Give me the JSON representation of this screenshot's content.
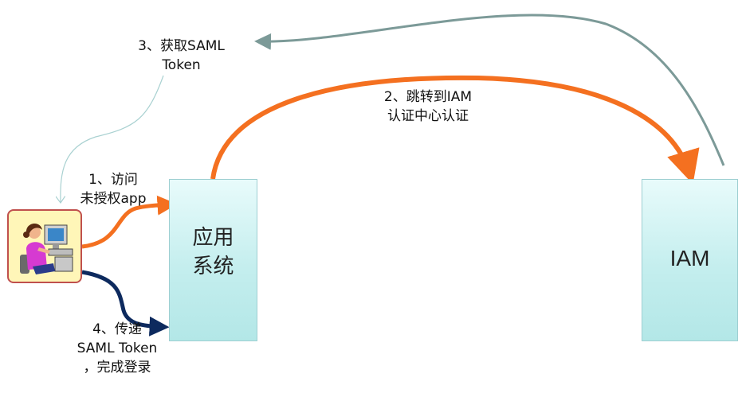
{
  "nodes": {
    "app": {
      "label": "应用\n系统"
    },
    "iam": {
      "label": "IAM"
    },
    "user": {
      "icon": "user-at-computer-icon"
    }
  },
  "steps": {
    "s1": {
      "line1": "1、访问",
      "line2": "未授权app"
    },
    "s2": {
      "line1": "2、跳转到IAM",
      "line2": "认证中心认证"
    },
    "s3": {
      "line1": "3、获取SAML",
      "line2": "Token"
    },
    "s4": {
      "line1": "4、传递",
      "line2": "SAML Token",
      "line3": "，完成登录"
    }
  },
  "colors": {
    "orange": "#f47020",
    "navy": "#0d2a5e",
    "teal_gray": "#7c9a98",
    "light_teal": "#a9d1d1",
    "box_border": "#9ecfd2"
  }
}
